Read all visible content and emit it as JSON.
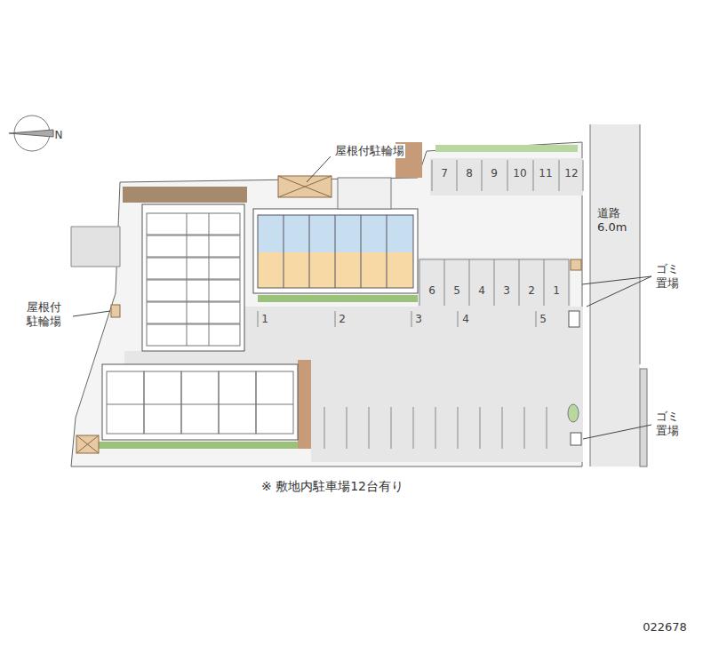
{
  "diagram": {
    "caption": "※ 敷地内駐車場12台有り",
    "labels": [
      "屋根付駐輪場",
      "屋根付 駐輪場",
      "道路 6.0m",
      "ゴミ 置場",
      "ゴミ 置場",
      "7",
      "8",
      "9",
      "10",
      "11",
      "12",
      "6",
      "5",
      "4",
      "3",
      "2",
      "1",
      "1",
      "2",
      "3",
      "4",
      "5",
      "022678",
      "N"
    ]
  }
}
